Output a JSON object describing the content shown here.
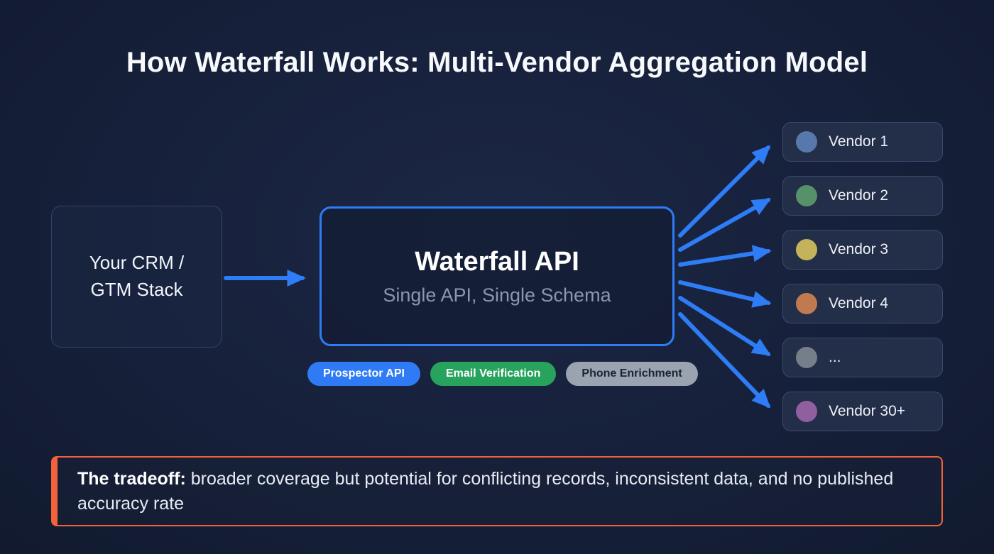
{
  "title": "How Waterfall Works: Multi-Vendor Aggregation Model",
  "source_box": {
    "label": "Your CRM / GTM Stack"
  },
  "waterfall": {
    "title": "Waterfall API",
    "subtitle": "Single API, Single Schema"
  },
  "badges": [
    {
      "label": "Prospector API",
      "bg": "#2f7bf5"
    },
    {
      "label": "Email Verification",
      "bg": "#27a35e"
    },
    {
      "label": "Phone Enrichment",
      "bg": "#9aa3af"
    }
  ],
  "vendors": [
    {
      "label": "Vendor 1",
      "dot": "#5878ab"
    },
    {
      "label": "Vendor 2",
      "dot": "#56916a"
    },
    {
      "label": "Vendor 3",
      "dot": "#c4b35a"
    },
    {
      "label": "Vendor 4",
      "dot": "#c07a50"
    },
    {
      "label": "...",
      "dot": "#767e8a"
    },
    {
      "label": "Vendor 30+",
      "dot": "#8f5f9f"
    }
  ],
  "tradeoff": {
    "lead": "The tradeoff:",
    "text": " broader coverage but potential for conflicting records, inconsistent data, and no published accuracy rate"
  },
  "colors": {
    "accent_blue": "#2e7cf6",
    "border_orange": "#f4623a"
  }
}
